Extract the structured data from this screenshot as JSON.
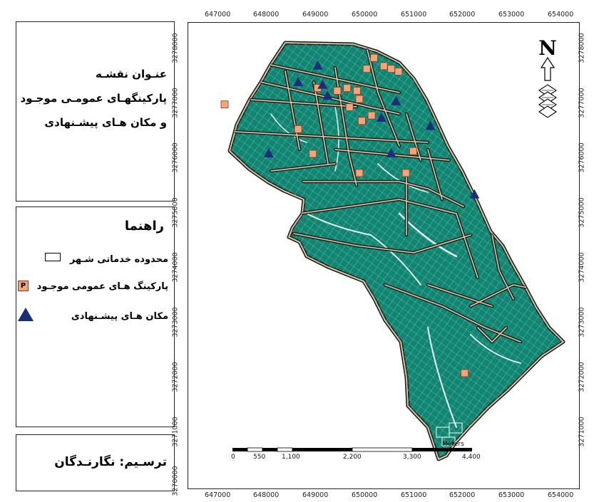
{
  "title": {
    "line1": "عنـوان نقشـه",
    "line2": "پارکینگهـای عمومـی موجـود",
    "line3": "و مکان هـای پیشـنهادی"
  },
  "legend": {
    "heading": "راهنما",
    "items": [
      {
        "label": "محدوده خدماتی شـهر",
        "symbol": "boundary-rect"
      },
      {
        "label": "پارکینگ هـای عمومی موجـود",
        "symbol": "parking-square",
        "glyph": "P",
        "color": "#f2a57c"
      },
      {
        "label": "مکان هـای پیشـنهادی",
        "symbol": "triangle",
        "color": "#1a2e7a"
      }
    ]
  },
  "credit": {
    "text": "ترسـیم: نگارنـدگان"
  },
  "axes": {
    "x_ticks": [
      "647000",
      "648000",
      "649000",
      "650000",
      "651000",
      "652000",
      "653000",
      "654000"
    ],
    "y_ticks": [
      "3278000",
      "3277000",
      "3276000",
      "3275000",
      "3274000",
      "3273000",
      "3272000",
      "3271000",
      "3270000"
    ]
  },
  "north_arrow": {
    "letter": "N"
  },
  "scale_bar": {
    "unit": "Meters",
    "labels": [
      "0",
      "550",
      "1,100",
      "2,200",
      "3,300",
      "4,400"
    ]
  },
  "colors": {
    "land": "#0f8572",
    "road_casing": "#1e1e1e",
    "road_fill": "#d6cfa8",
    "parking": "#f2a57c",
    "proposed": "#1a2e7a"
  },
  "map_data": {
    "parking_sites": [
      {
        "x": 650050,
        "y": 3277750
      },
      {
        "x": 649900,
        "y": 3277550
      },
      {
        "x": 650250,
        "y": 3277600
      },
      {
        "x": 650400,
        "y": 3277550
      },
      {
        "x": 650550,
        "y": 3277500
      },
      {
        "x": 649500,
        "y": 3277200
      },
      {
        "x": 649700,
        "y": 3277150
      },
      {
        "x": 648900,
        "y": 3277200
      },
      {
        "x": 649300,
        "y": 3277150
      },
      {
        "x": 649750,
        "y": 3277000
      },
      {
        "x": 649550,
        "y": 3276850
      },
      {
        "x": 650000,
        "y": 3276700
      },
      {
        "x": 649800,
        "y": 3276600
      },
      {
        "x": 647000,
        "y": 3276900
      },
      {
        "x": 648500,
        "y": 3276450
      },
      {
        "x": 648800,
        "y": 3276000
      },
      {
        "x": 650850,
        "y": 3276050
      },
      {
        "x": 649750,
        "y": 3275650
      },
      {
        "x": 650700,
        "y": 3275650
      },
      {
        "x": 651900,
        "y": 3272000
      }
    ],
    "proposed_sites": [
      {
        "x": 648900,
        "y": 3277600
      },
      {
        "x": 648500,
        "y": 3277300
      },
      {
        "x": 649000,
        "y": 3277250
      },
      {
        "x": 649100,
        "y": 3277050
      },
      {
        "x": 650500,
        "y": 3276950
      },
      {
        "x": 650200,
        "y": 3276650
      },
      {
        "x": 651200,
        "y": 3276500
      },
      {
        "x": 647900,
        "y": 3276000
      },
      {
        "x": 650400,
        "y": 3276000
      },
      {
        "x": 652100,
        "y": 3275250
      }
    ]
  }
}
